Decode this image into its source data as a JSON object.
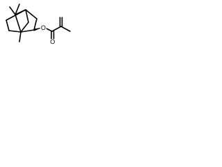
{
  "molecule": {
    "atoms": [
      {
        "id": "ester-oxygen",
        "label": "O"
      },
      {
        "id": "carbonyl-oxygen",
        "label": "O"
      }
    ]
  }
}
